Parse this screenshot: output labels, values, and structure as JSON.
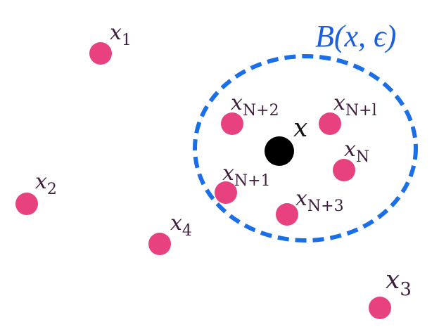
{
  "colors": {
    "point": "#e8417f",
    "center": "#000000",
    "ball": "#1a6fe8",
    "label": "#3d1f3d"
  },
  "ball_label": "B(x, ϵ)",
  "center_label": "x",
  "points": [
    {
      "id": "x1",
      "base": "x",
      "sub": "1"
    },
    {
      "id": "x2",
      "base": "x",
      "sub": "2"
    },
    {
      "id": "x3",
      "base": "x",
      "sub": "3"
    },
    {
      "id": "x4",
      "base": "x",
      "sub": "4"
    },
    {
      "id": "xN",
      "base": "x",
      "sub": "N"
    },
    {
      "id": "xN1",
      "base": "x",
      "sub": "N+1"
    },
    {
      "id": "xN2",
      "base": "x",
      "sub": "N+2"
    },
    {
      "id": "xN3",
      "base": "x",
      "sub": "N+3"
    },
    {
      "id": "xNl",
      "base": "x",
      "sub": "N+l"
    }
  ]
}
